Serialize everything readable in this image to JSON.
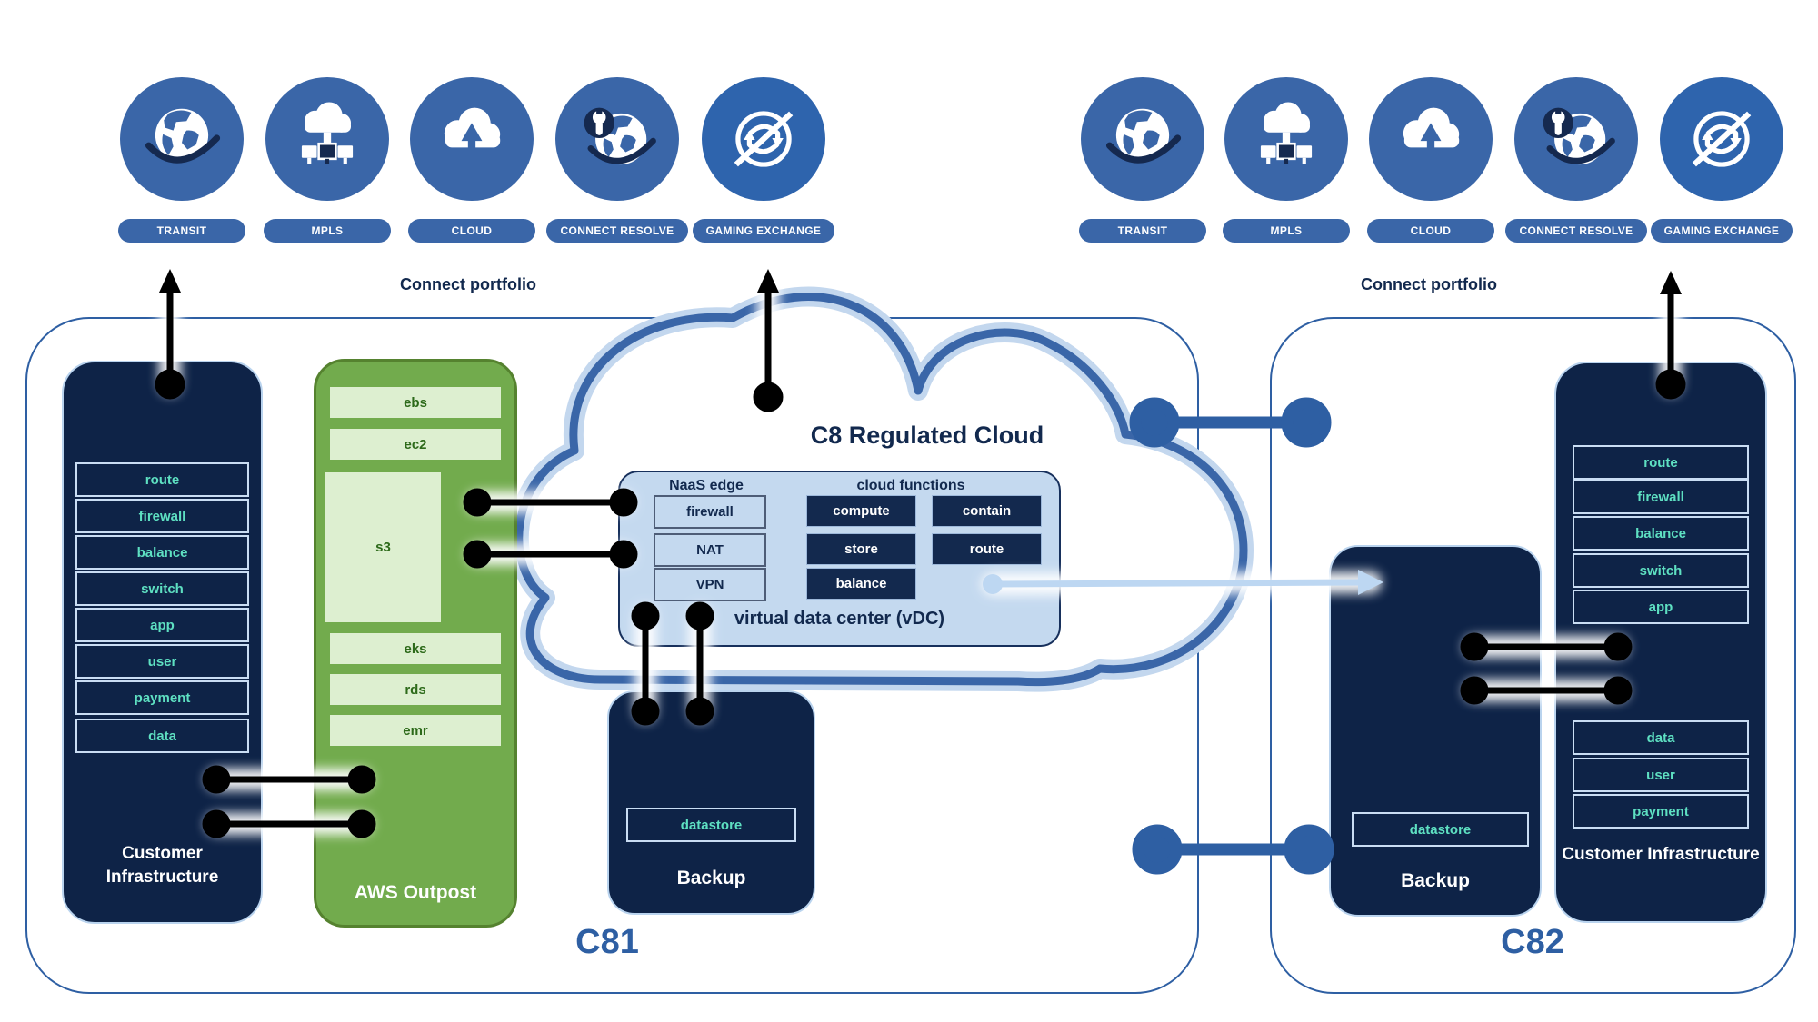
{
  "portfolio": {
    "label": "Connect portfolio",
    "items": [
      {
        "label": "TRANSIT"
      },
      {
        "label": "MPLS"
      },
      {
        "label": "CLOUD"
      },
      {
        "label": "CONNECT RESOLVE"
      },
      {
        "label": "GAMING EXCHANGE"
      }
    ]
  },
  "cloud": {
    "title": "C8 Regulated Cloud",
    "vdc": {
      "naas_label": "NaaS edge",
      "naas_items": [
        "firewall",
        "NAT",
        "VPN"
      ],
      "functions_label": "cloud functions",
      "functions_col1": [
        "compute",
        "store",
        "balance"
      ],
      "functions_col2": [
        "contain",
        "route"
      ],
      "footer": "virtual data center (vDC)"
    }
  },
  "c81": {
    "label": "C81",
    "customer_infrastructure": {
      "title": "Customer Infrastructure",
      "items": [
        "route",
        "firewall",
        "balance",
        "switch",
        "app",
        "user",
        "payment",
        "data"
      ]
    },
    "aws_outpost": {
      "title": "AWS Outpost",
      "items": [
        "ebs",
        "ec2",
        "s3",
        "eks",
        "rds",
        "emr"
      ]
    },
    "backup": {
      "title": "Backup",
      "datastore": "datastore"
    }
  },
  "c82": {
    "label": "C82",
    "backup": {
      "title": "Backup",
      "datastore": "datastore"
    },
    "customer_infrastructure": {
      "title": "Customer Infrastructure",
      "items_top": [
        "route",
        "firewall",
        "balance",
        "switch",
        "app"
      ],
      "items_bottom": [
        "data",
        "user",
        "payment"
      ]
    }
  },
  "colors": {
    "accent_blue": "#3a66a8",
    "bright_blue": "#2e64ad",
    "navy": "#0e2347",
    "text_navy": "#12294e",
    "light_blue": "#c4d9ef",
    "teal": "#5ee0c2",
    "green": "#72ab4d",
    "green_light": "#ddefd0",
    "zone_label_blue": "#2e5fa3"
  }
}
